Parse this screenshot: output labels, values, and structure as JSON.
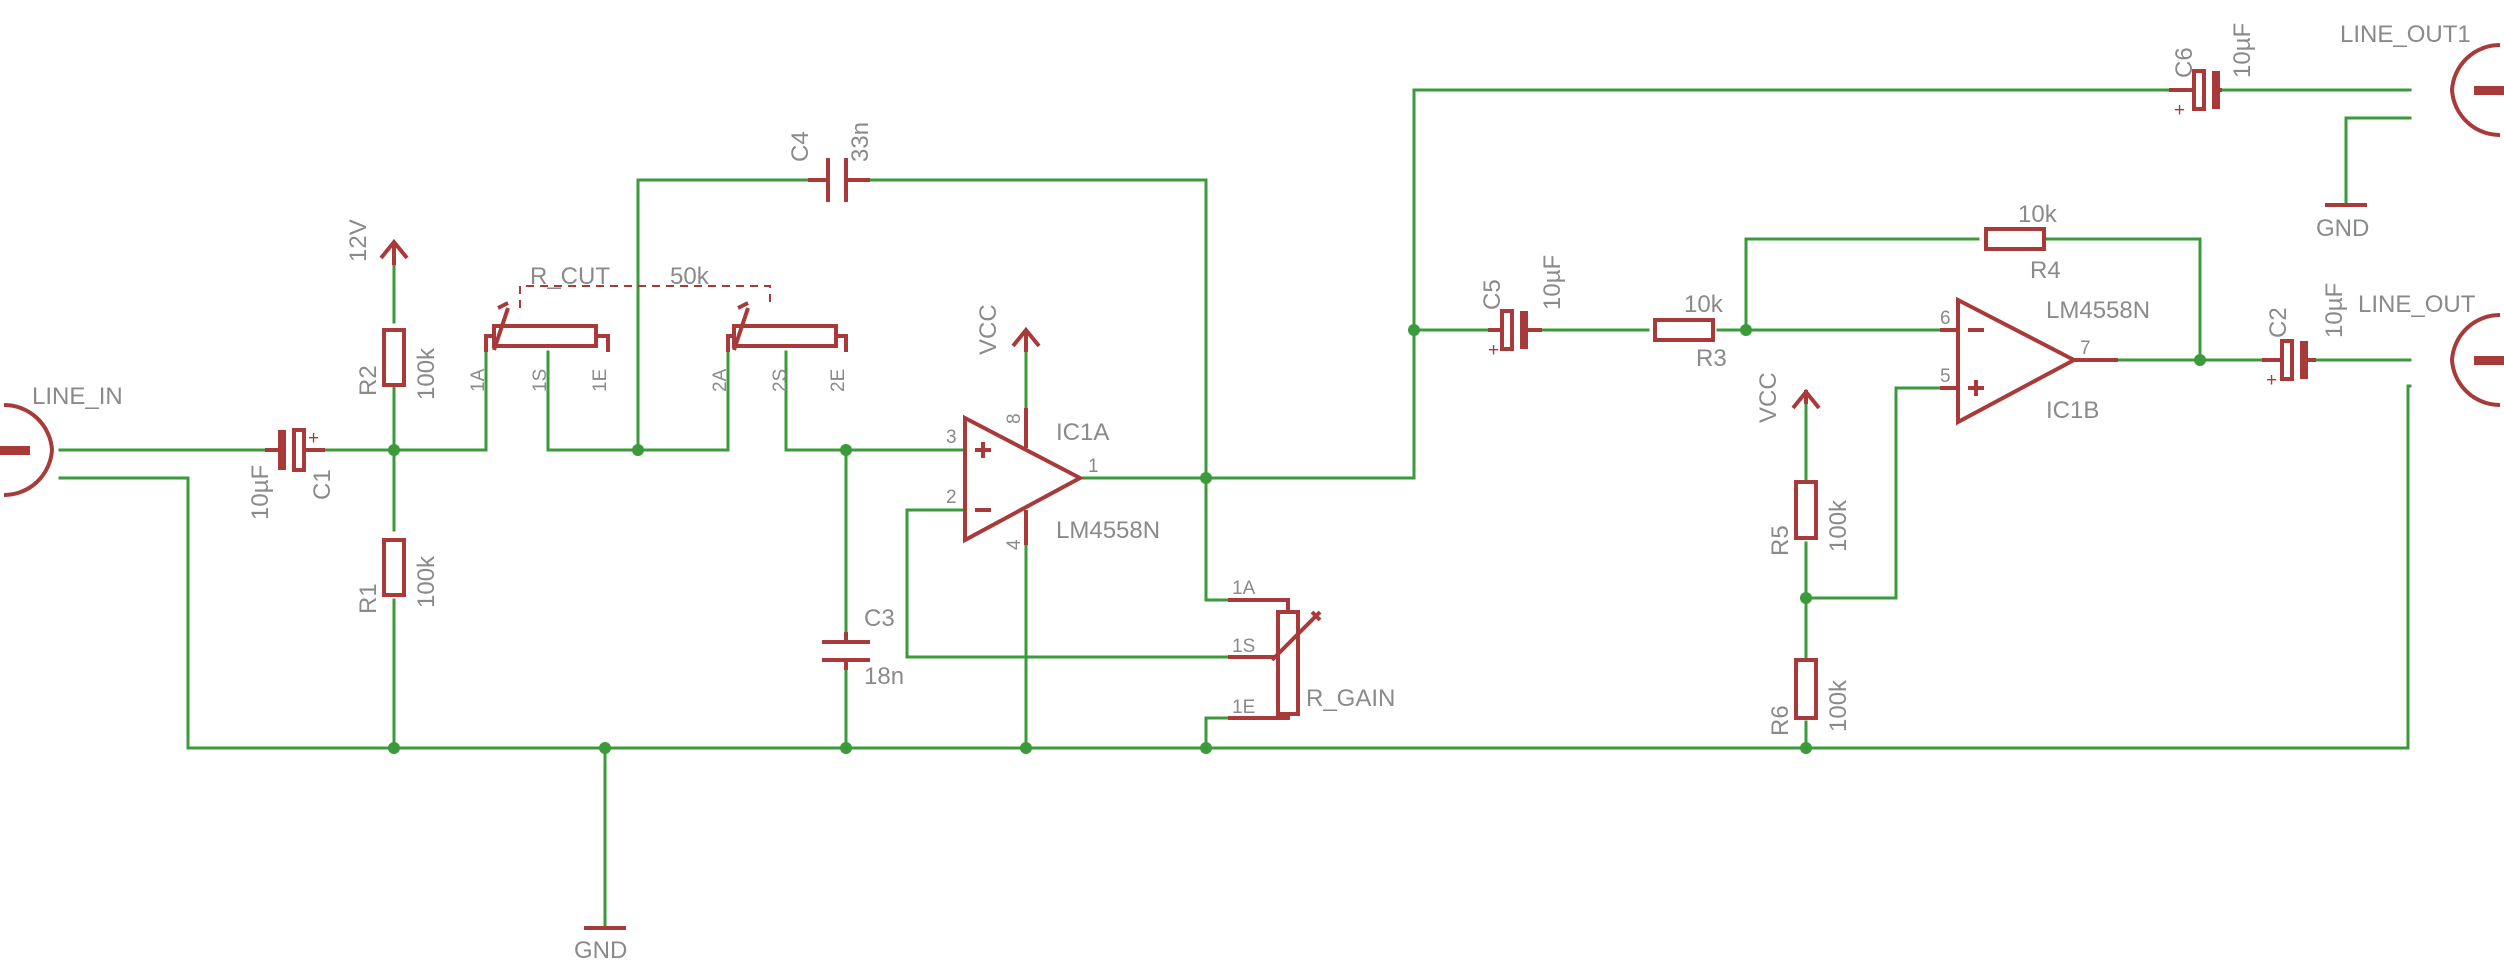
{
  "schematic": {
    "connectors": {
      "line_in": "LINE_IN",
      "line_out": "LINE_OUT",
      "line_out1": "LINE_OUT1"
    },
    "power": {
      "v12": "12V",
      "vcc_1": "VCC",
      "vcc_2": "VCC",
      "gnd_1": "GND",
      "gnd_2": "GND"
    },
    "capacitors": {
      "c1": {
        "name": "C1",
        "value": "10µF"
      },
      "c2": {
        "name": "C2",
        "value": "10µF"
      },
      "c3": {
        "name": "C3",
        "value": "18n"
      },
      "c4": {
        "name": "C4",
        "value": "33n"
      },
      "c5": {
        "name": "C5",
        "value": "10µF"
      },
      "c6": {
        "name": "C6",
        "value": "10µF"
      }
    },
    "resistors": {
      "r1": {
        "name": "R1",
        "value": "100k"
      },
      "r2": {
        "name": "R2",
        "value": "100k"
      },
      "r3": {
        "name": "R3",
        "value": "10k"
      },
      "r4": {
        "name": "R4",
        "value": "10k"
      },
      "r5": {
        "name": "R5",
        "value": "100k"
      },
      "r6": {
        "name": "R6",
        "value": "100k"
      }
    },
    "pots": {
      "r_cut": {
        "name": "R_CUT",
        "value": "50k",
        "pins": [
          "1A",
          "1S",
          "1E",
          "2A",
          "2S",
          "2E"
        ]
      },
      "r_gain": {
        "name": "R_GAIN",
        "pins": [
          "1A",
          "1S",
          "1E"
        ]
      }
    },
    "opamps": {
      "ic1a": {
        "name": "IC1A",
        "part": "LM4558N",
        "pins": [
          "3",
          "2",
          "1",
          "8",
          "4"
        ]
      },
      "ic1b": {
        "name": "IC1B",
        "part": "LM4558N",
        "pins": [
          "6",
          "5",
          "7"
        ]
      }
    },
    "colors": {
      "wire": "#3b9b3b",
      "component": "#a83a3a",
      "label": "#8a8a8a"
    }
  }
}
